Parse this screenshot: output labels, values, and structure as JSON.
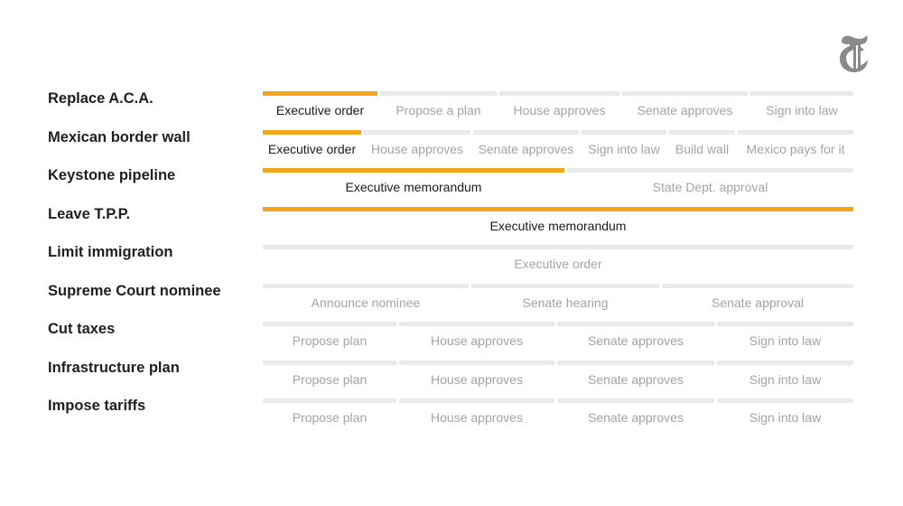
{
  "brand": {
    "logo_icon": "nyt-t-logo-icon",
    "logo_color": "#8a8a8a"
  },
  "colors": {
    "completed": "#f3a51b",
    "pending": "#eaeaea",
    "completed_text": "#1a1a1a",
    "pending_text": "#a3a3a3"
  },
  "policies": [
    {
      "name": "Replace A.C.A.",
      "steps": [
        {
          "label": "Executive order",
          "done": true
        },
        {
          "label": "Propose a plan",
          "done": false
        },
        {
          "label": "House approves",
          "done": false
        },
        {
          "label": "Senate approves",
          "done": false
        },
        {
          "label": "Sign into law",
          "done": false
        }
      ]
    },
    {
      "name": "Mexican border wall",
      "steps": [
        {
          "label": "Executive order",
          "done": true
        },
        {
          "label": "House approves",
          "done": false
        },
        {
          "label": "Senate approves",
          "done": false
        },
        {
          "label": "Sign into law",
          "done": false
        },
        {
          "label": "Build wall",
          "done": false
        },
        {
          "label": "Mexico pays for it",
          "done": false
        }
      ]
    },
    {
      "name": "Keystone pipeline",
      "steps": [
        {
          "label": "Executive memorandum",
          "done": true
        },
        {
          "label": "State Dept. approval",
          "done": false
        }
      ]
    },
    {
      "name": "Leave T.P.P.",
      "steps": [
        {
          "label": "Executive memorandum",
          "done": true
        }
      ]
    },
    {
      "name": "Limit immigration",
      "steps": [
        {
          "label": "Executive order",
          "done": false
        }
      ]
    },
    {
      "name": "Supreme Court nominee",
      "steps": [
        {
          "label": "Announce nominee",
          "done": false
        },
        {
          "label": "Senate hearing",
          "done": false
        },
        {
          "label": "Senate approval",
          "done": false
        }
      ]
    },
    {
      "name": "Cut taxes",
      "steps": [
        {
          "label": "Propose plan",
          "done": false
        },
        {
          "label": "House approves",
          "done": false
        },
        {
          "label": "Senate approves",
          "done": false
        },
        {
          "label": "Sign into law",
          "done": false
        }
      ]
    },
    {
      "name": "Infrastructure plan",
      "steps": [
        {
          "label": "Propose plan",
          "done": false
        },
        {
          "label": "House approves",
          "done": false
        },
        {
          "label": "Senate approves",
          "done": false
        },
        {
          "label": "Sign into law",
          "done": false
        }
      ]
    },
    {
      "name": "Impose tariffs",
      "steps": [
        {
          "label": "Propose plan",
          "done": false
        },
        {
          "label": "House approves",
          "done": false
        },
        {
          "label": "Senate approves",
          "done": false
        },
        {
          "label": "Sign into law",
          "done": false
        }
      ]
    }
  ]
}
